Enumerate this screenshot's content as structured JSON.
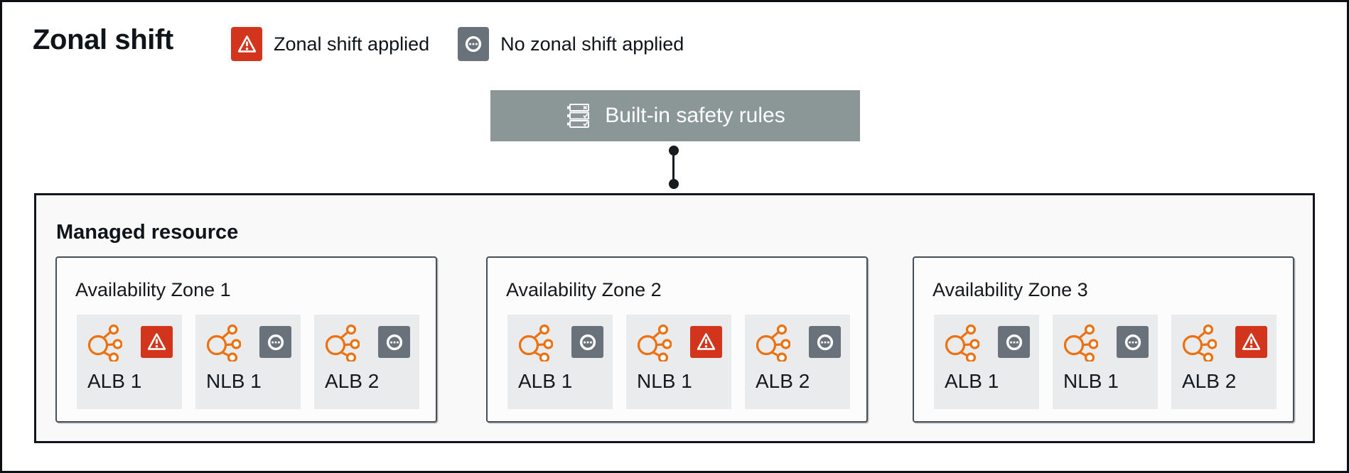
{
  "title": "Zonal shift",
  "legend": [
    {
      "label": "Zonal shift applied",
      "icon": "zonal-shift-applied-icon",
      "status": "applied"
    },
    {
      "label": "No zonal shift applied",
      "icon": "no-zonal-shift-icon",
      "status": "none"
    }
  ],
  "safety_rules": {
    "label": "Built-in safety rules",
    "icon": "rules-list-icon"
  },
  "managed_resource": {
    "label": "Managed resource",
    "zones": [
      {
        "label": "Availability Zone 1",
        "resources": [
          {
            "name": "ALB 1",
            "status": "applied"
          },
          {
            "name": "NLB 1",
            "status": "none"
          },
          {
            "name": "ALB 2",
            "status": "none"
          }
        ]
      },
      {
        "label": "Availability Zone 2",
        "resources": [
          {
            "name": "ALB 1",
            "status": "none"
          },
          {
            "name": "NLB 1",
            "status": "applied"
          },
          {
            "name": "ALB 2",
            "status": "none"
          }
        ]
      },
      {
        "label": "Availability Zone 3",
        "resources": [
          {
            "name": "ALB 1",
            "status": "none"
          },
          {
            "name": "NLB 1",
            "status": "none"
          },
          {
            "name": "ALB 2",
            "status": "applied"
          }
        ]
      }
    ]
  },
  "colors": {
    "zonal_shift_applied": "#D2341C",
    "no_zonal_shift": "#69727A",
    "load_balancer_orange": "#EC7211",
    "safety_rules_gray": "#8B9696",
    "text_dark": "#15191E"
  }
}
